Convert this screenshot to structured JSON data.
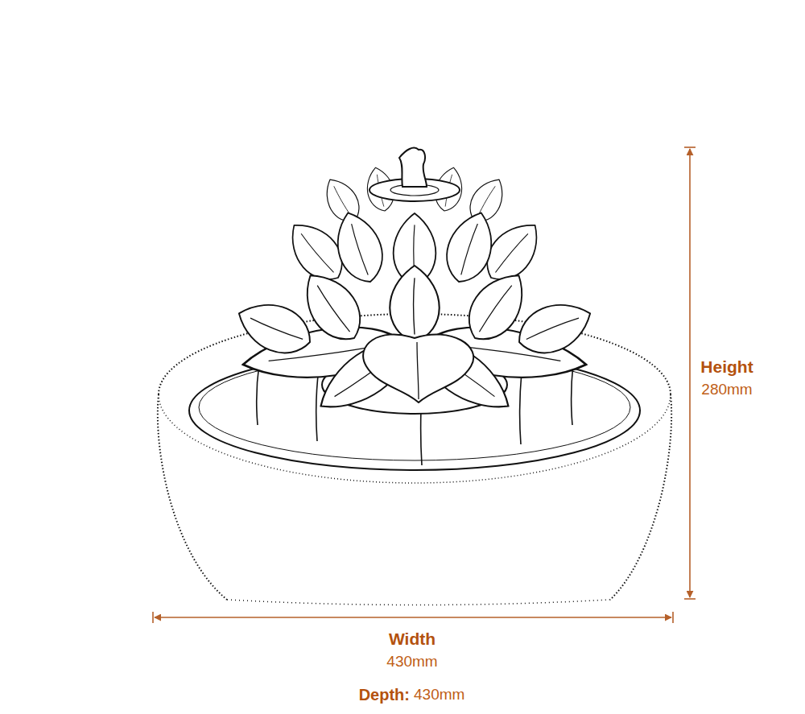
{
  "diagram": {
    "labels": [
      "Height",
      "280mm",
      "Width",
      "430mm",
      "Depth:",
      "430mm"
    ]
  }
}
